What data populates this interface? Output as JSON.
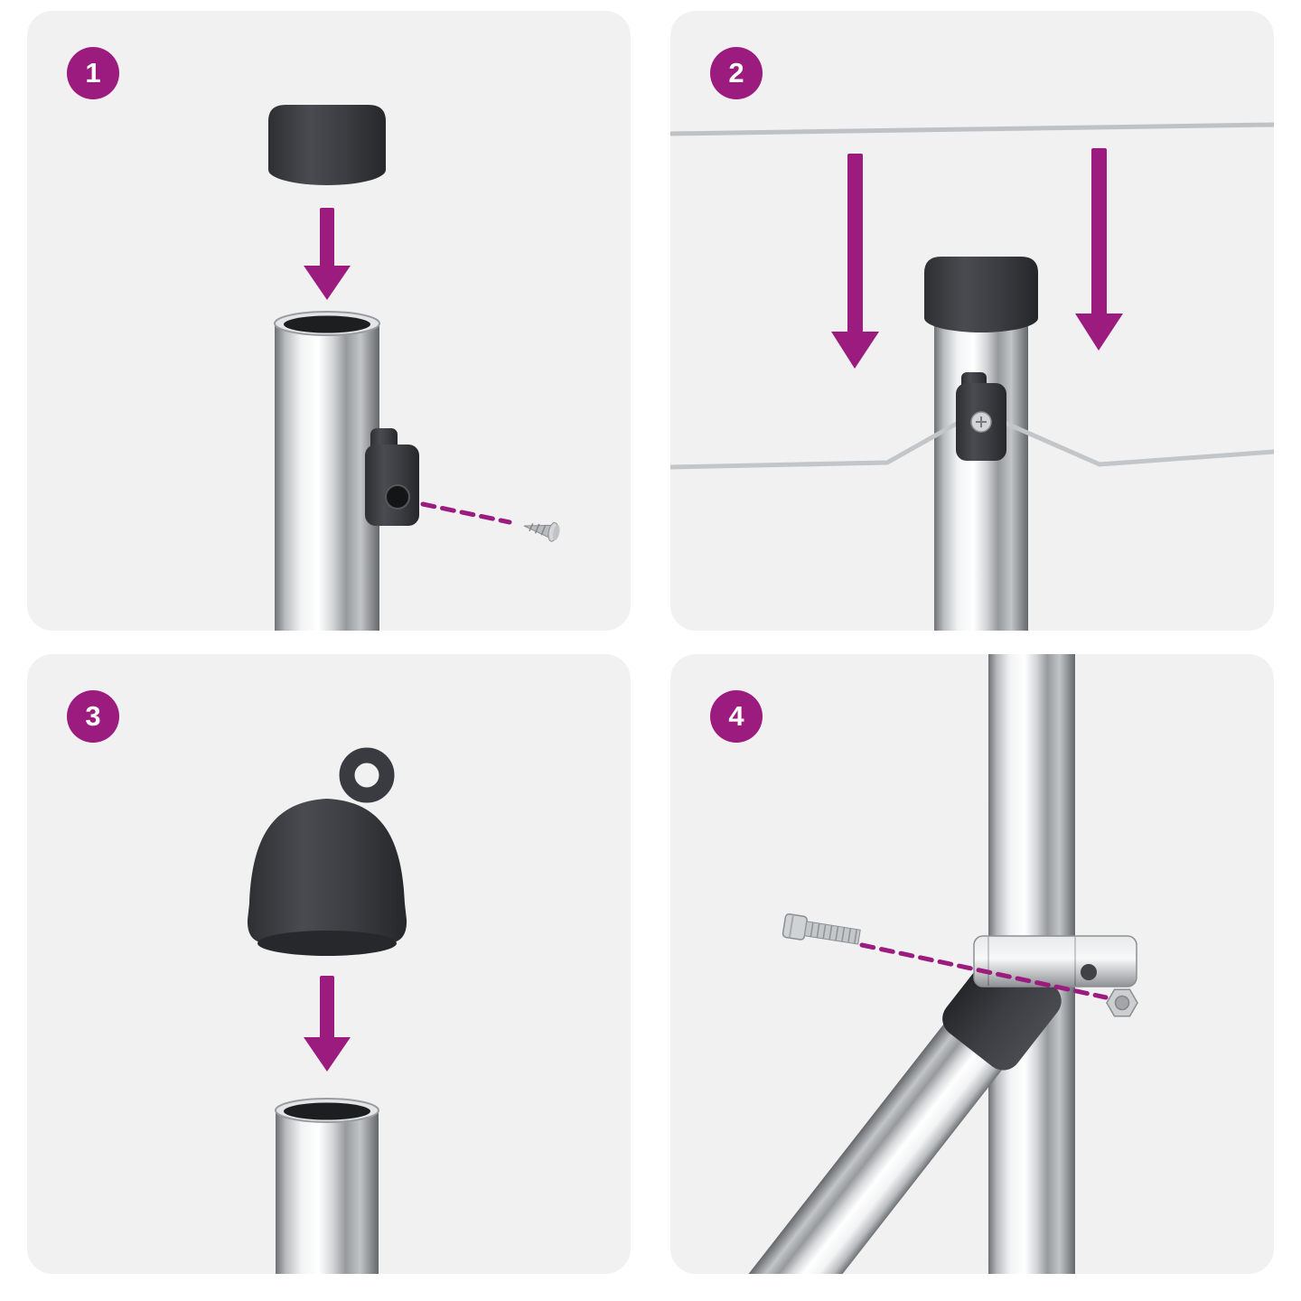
{
  "colors": {
    "accent": "#9B1B7E",
    "panel-bg": "#F1F1F2",
    "dark-part": "#3A3B40",
    "metal-light": "#FFFFFF",
    "metal-dark": "#6E7175"
  },
  "steps": [
    {
      "number": "1"
    },
    {
      "number": "2"
    },
    {
      "number": "3"
    },
    {
      "number": "4"
    }
  ]
}
